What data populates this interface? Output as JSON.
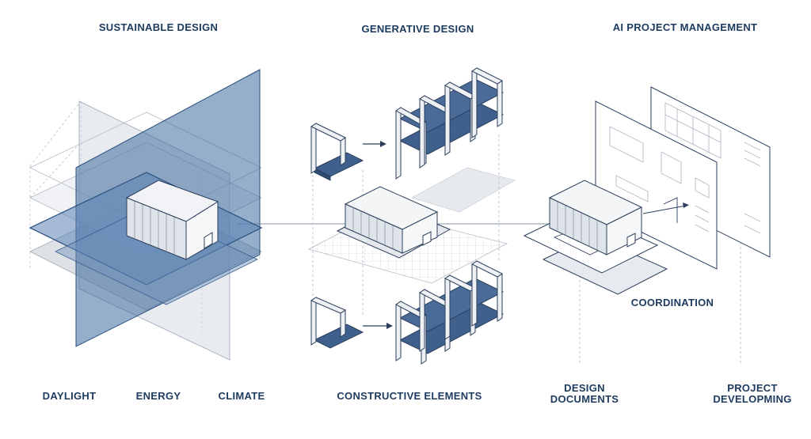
{
  "headings": {
    "sustainable": "SUSTAINABLE DESIGN",
    "generative": "GENERATIVE DESIGN",
    "ai": "AI PROJECT MANAGEMENT"
  },
  "labels": {
    "daylight": "DAYLIGHT",
    "energy": "ENERGY",
    "climate": "CLIMATE",
    "constructive": "CONSTRUCTIVE ELEMENTS",
    "coordination": "COORDINATION",
    "design_documents": "DESIGN DOCUMENTS",
    "project_developing": "PROJECT DEVELOPMING"
  },
  "colors": {
    "navy": "#1d3a5f",
    "blue": "#3d6a9e",
    "mid": "#7c98bd",
    "light": "#c9d6e6",
    "grey": "#c7cdd5",
    "line": "#2b3f5c"
  }
}
